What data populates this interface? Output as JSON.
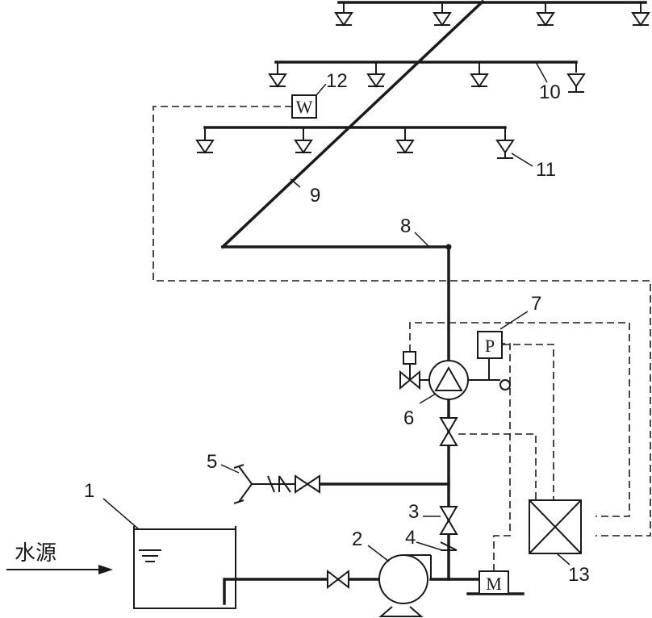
{
  "source_label": "水源",
  "components": {
    "tank": "1",
    "pump": "2",
    "gate_valve": "3",
    "check_valve": "4",
    "test_connection": "5",
    "alarm_valve": "6",
    "pressure_switch": "7",
    "distribution_pipe": "8",
    "riser": "9",
    "branch_pipe": "10",
    "sprinkler": "11",
    "flow_indicator": "12",
    "control_panel": "13"
  },
  "symbols": {
    "flow_switch": "W",
    "pressure_switch": "P",
    "motor": "M"
  }
}
